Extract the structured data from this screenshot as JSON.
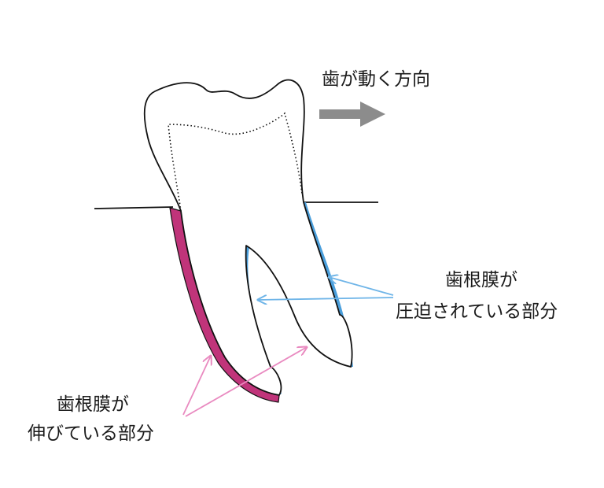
{
  "direction_label": "歯が動く方向",
  "compressed_label": {
    "line1": "歯根膜が",
    "line2": "圧迫されている部分"
  },
  "stretched_label": {
    "line1": "歯根膜が",
    "line2": "伸びている部分"
  },
  "colors": {
    "outline": "#111111",
    "stretched_ligament": "#c0347a",
    "compressed_ligament": "#4a9fdc",
    "stretched_arrow": "#e98ac0",
    "compressed_arrow": "#6fb5e8",
    "direction_arrow": "#8c8c8c"
  }
}
